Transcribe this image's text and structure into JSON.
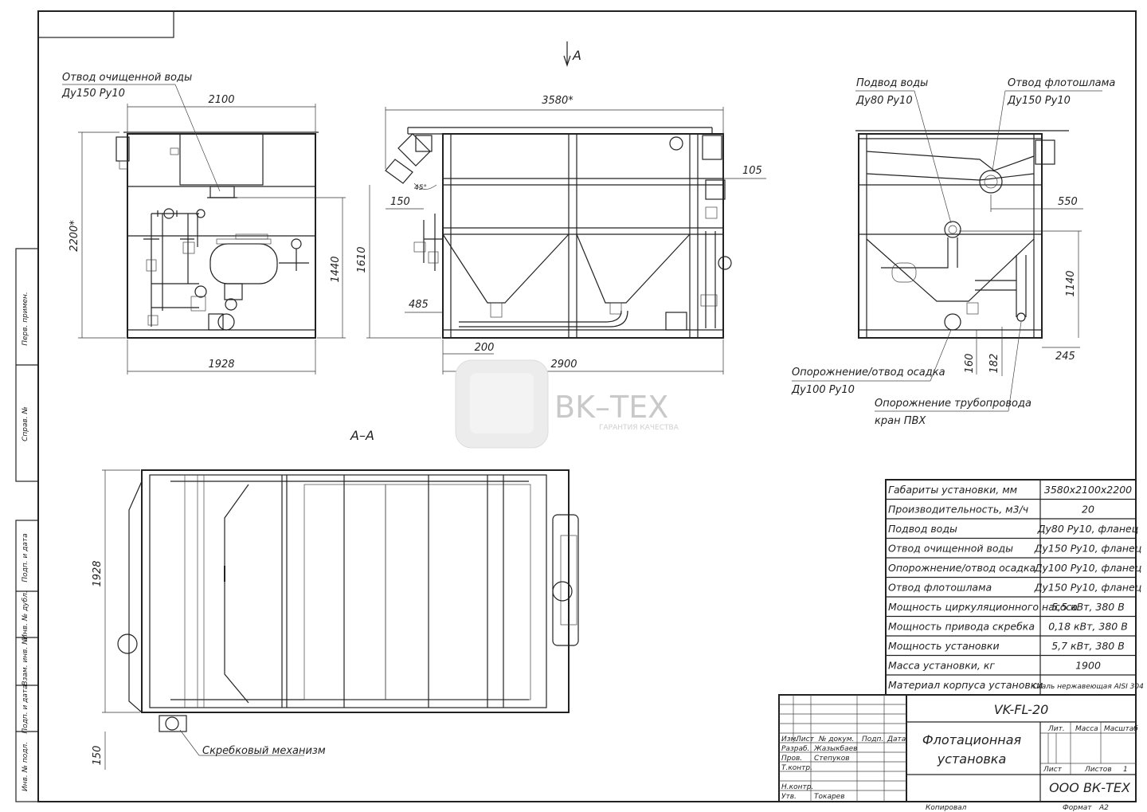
{
  "drawing": {
    "view_marker": "A",
    "section_label": "А–А",
    "watermark": {
      "brand": "BK–TEX",
      "tagline": "ГАРАНТИЯ КАЧЕСТВА"
    }
  },
  "callouts": {
    "clean_water_outlet": [
      "Отвод очищенной воды",
      "Ду150 Ру10"
    ],
    "water_inlet": [
      "Подвод воды",
      "Ду80 Ру10"
    ],
    "sludge_outlet": [
      "Отвод флотошлама",
      "Ду150 Ру10"
    ],
    "sediment_drain": [
      "Опорожнение/отвод осадка",
      "Ду100 Ру10"
    ],
    "pipeline_drain": [
      "Опорожнение трубопровода",
      "кран ПВХ"
    ],
    "scraper": "Скребковый механизм"
  },
  "dims": {
    "d2100": "2100",
    "d2200": "2200*",
    "d1928": "1928",
    "d1440": "1440",
    "d3580": "3580*",
    "d1610": "1610",
    "d105": "105",
    "d150a": "150",
    "d45": "45°",
    "d485": "485",
    "d200": "200",
    "d2900": "2900",
    "d550": "550",
    "d1140": "1140",
    "d245": "245",
    "d160": "160",
    "d182": "182",
    "d1928b": "1928",
    "d150b": "150"
  },
  "side_labels": [
    "Перв. примен.",
    "Справ. №",
    "Подп. и дата",
    "Инв. № дубл.",
    "Взам. инв. №",
    "Подп. и дата",
    "Инв. № подл."
  ],
  "spec_table": [
    [
      "Габариты установки, мм",
      "3580х2100х2200"
    ],
    [
      "Производительность, м3/ч",
      "20"
    ],
    [
      "Подвод воды",
      "Ду80 Ру10, фланец"
    ],
    [
      "Отвод очищенной воды",
      "Ду150 Ру10, фланец"
    ],
    [
      "Опорожнение/отвод осадка",
      "Ду100 Ру10, фланец"
    ],
    [
      "Отвод флотошлама",
      "Ду150 Ру10, фланец"
    ],
    [
      "Мощность циркуляционного насоса",
      "5,5 кВт, 380 В"
    ],
    [
      "Мощность привода скребка",
      "0,18 кВт, 380 В"
    ],
    [
      "Мощность установки",
      "5,7 кВт, 380 В"
    ],
    [
      "Масса установки, кг",
      "1900"
    ],
    [
      "Материал корпуса установки",
      "Сталь нержавеющая AISI 304"
    ]
  ],
  "title_block": {
    "designation": "VK-FL-20",
    "name_line1": "Флотационная",
    "name_line2": "установка",
    "company": "ООО ВК-ТЕХ",
    "col_headers": [
      "Изм.",
      "Лист",
      "№ докум.",
      "Подп.",
      "Дата"
    ],
    "roles": [
      {
        "role": "Разраб.",
        "person": "Жазыкбаев"
      },
      {
        "role": "Пров.",
        "person": "Степуков"
      },
      {
        "role": "Т.контр.",
        "person": ""
      },
      {
        "role": "Н.контр.",
        "person": ""
      },
      {
        "role": "Утв.",
        "person": "Токарев"
      }
    ],
    "lit": "Лит.",
    "mass": "Масса",
    "scale": "Масштаб",
    "sheet": "Лист",
    "sheets": "Листов",
    "sheets_val": "1",
    "copied": "Копировал",
    "format": "Формат",
    "format_val": "A2"
  }
}
